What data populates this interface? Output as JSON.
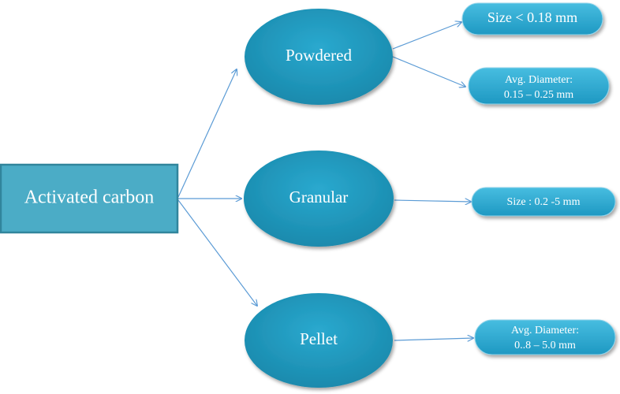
{
  "diagram": {
    "root": {
      "label": "Activated carbon"
    },
    "categories": [
      {
        "label": "Powdered"
      },
      {
        "label": "Granular"
      },
      {
        "label": "Pellet"
      }
    ],
    "details": [
      {
        "lines": [
          "Size < 0.18 mm"
        ]
      },
      {
        "lines": [
          "Avg. Diameter:",
          "0.15 – 0.25 mm"
        ]
      },
      {
        "lines": [
          "Size  : 0.2 -5 mm"
        ]
      },
      {
        "lines": [
          "Avg. Diameter:",
          "0..8 – 5.0 mm"
        ]
      }
    ]
  },
  "colors": {
    "root_fill": "#4bacc6",
    "root_border": "#31859c",
    "node_fill": "#2196b8",
    "pill_fill": "#28a7d0",
    "connector": "#5b9bd5"
  }
}
